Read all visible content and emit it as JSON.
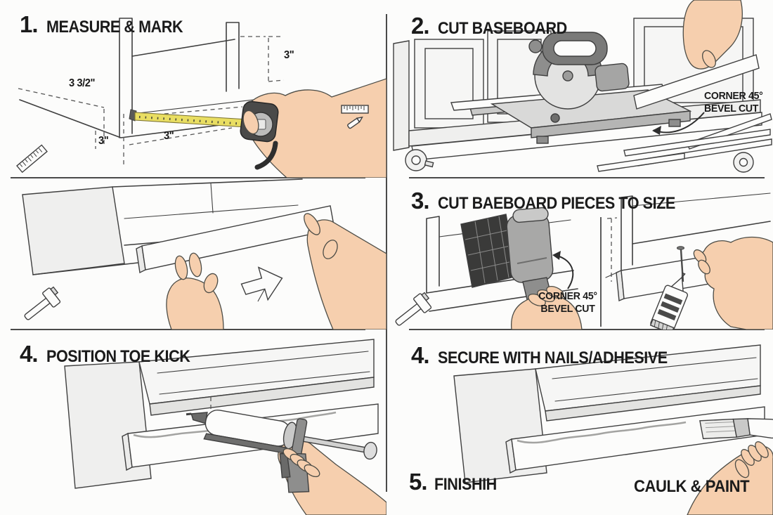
{
  "colors": {
    "background": "#fcfcfb",
    "ink": "#1b1b1b",
    "line": "#3f3f3f",
    "skin": "#f6cfae",
    "tape_yellow": "#e9de62",
    "panel_fill": "#efefee"
  },
  "step1": {
    "number": "1.",
    "title": "MEASURE & MARK",
    "dim_width": "3 3/2\"",
    "dim_height": "3\"",
    "dim_bottom_left": "3\"",
    "dim_bottom_mid": "3\""
  },
  "step2": {
    "number": "2.",
    "title": "CUT BASEBOARD",
    "callout": "CORNER 45° BEVEL CUT"
  },
  "step3": {
    "number": "3.",
    "title": "CUT BAEBOARD PIECES TO SIZE",
    "callout": "CORNER 45° BEVEL CUT"
  },
  "step4_left": {
    "number": "4.",
    "title": "POSITION TOE KICK"
  },
  "step4_right": {
    "number": "4.",
    "title": "SECURE WITH NAILS/ADHESIVE"
  },
  "step5": {
    "number": "5.",
    "title": "FINISHIH",
    "caption": "CAULK & PAINT"
  },
  "depicted_tool_icons": [
    "tape-measure-icon",
    "ruler-icon",
    "pencil-icon",
    "miter-saw-icon",
    "tape-roll-icon",
    "hammer-icon",
    "arrow-cutout-icon",
    "nail-gun-icon",
    "nail-icon",
    "glue-tube-icon",
    "caulk-gun-icon",
    "paintbrush-icon"
  ]
}
